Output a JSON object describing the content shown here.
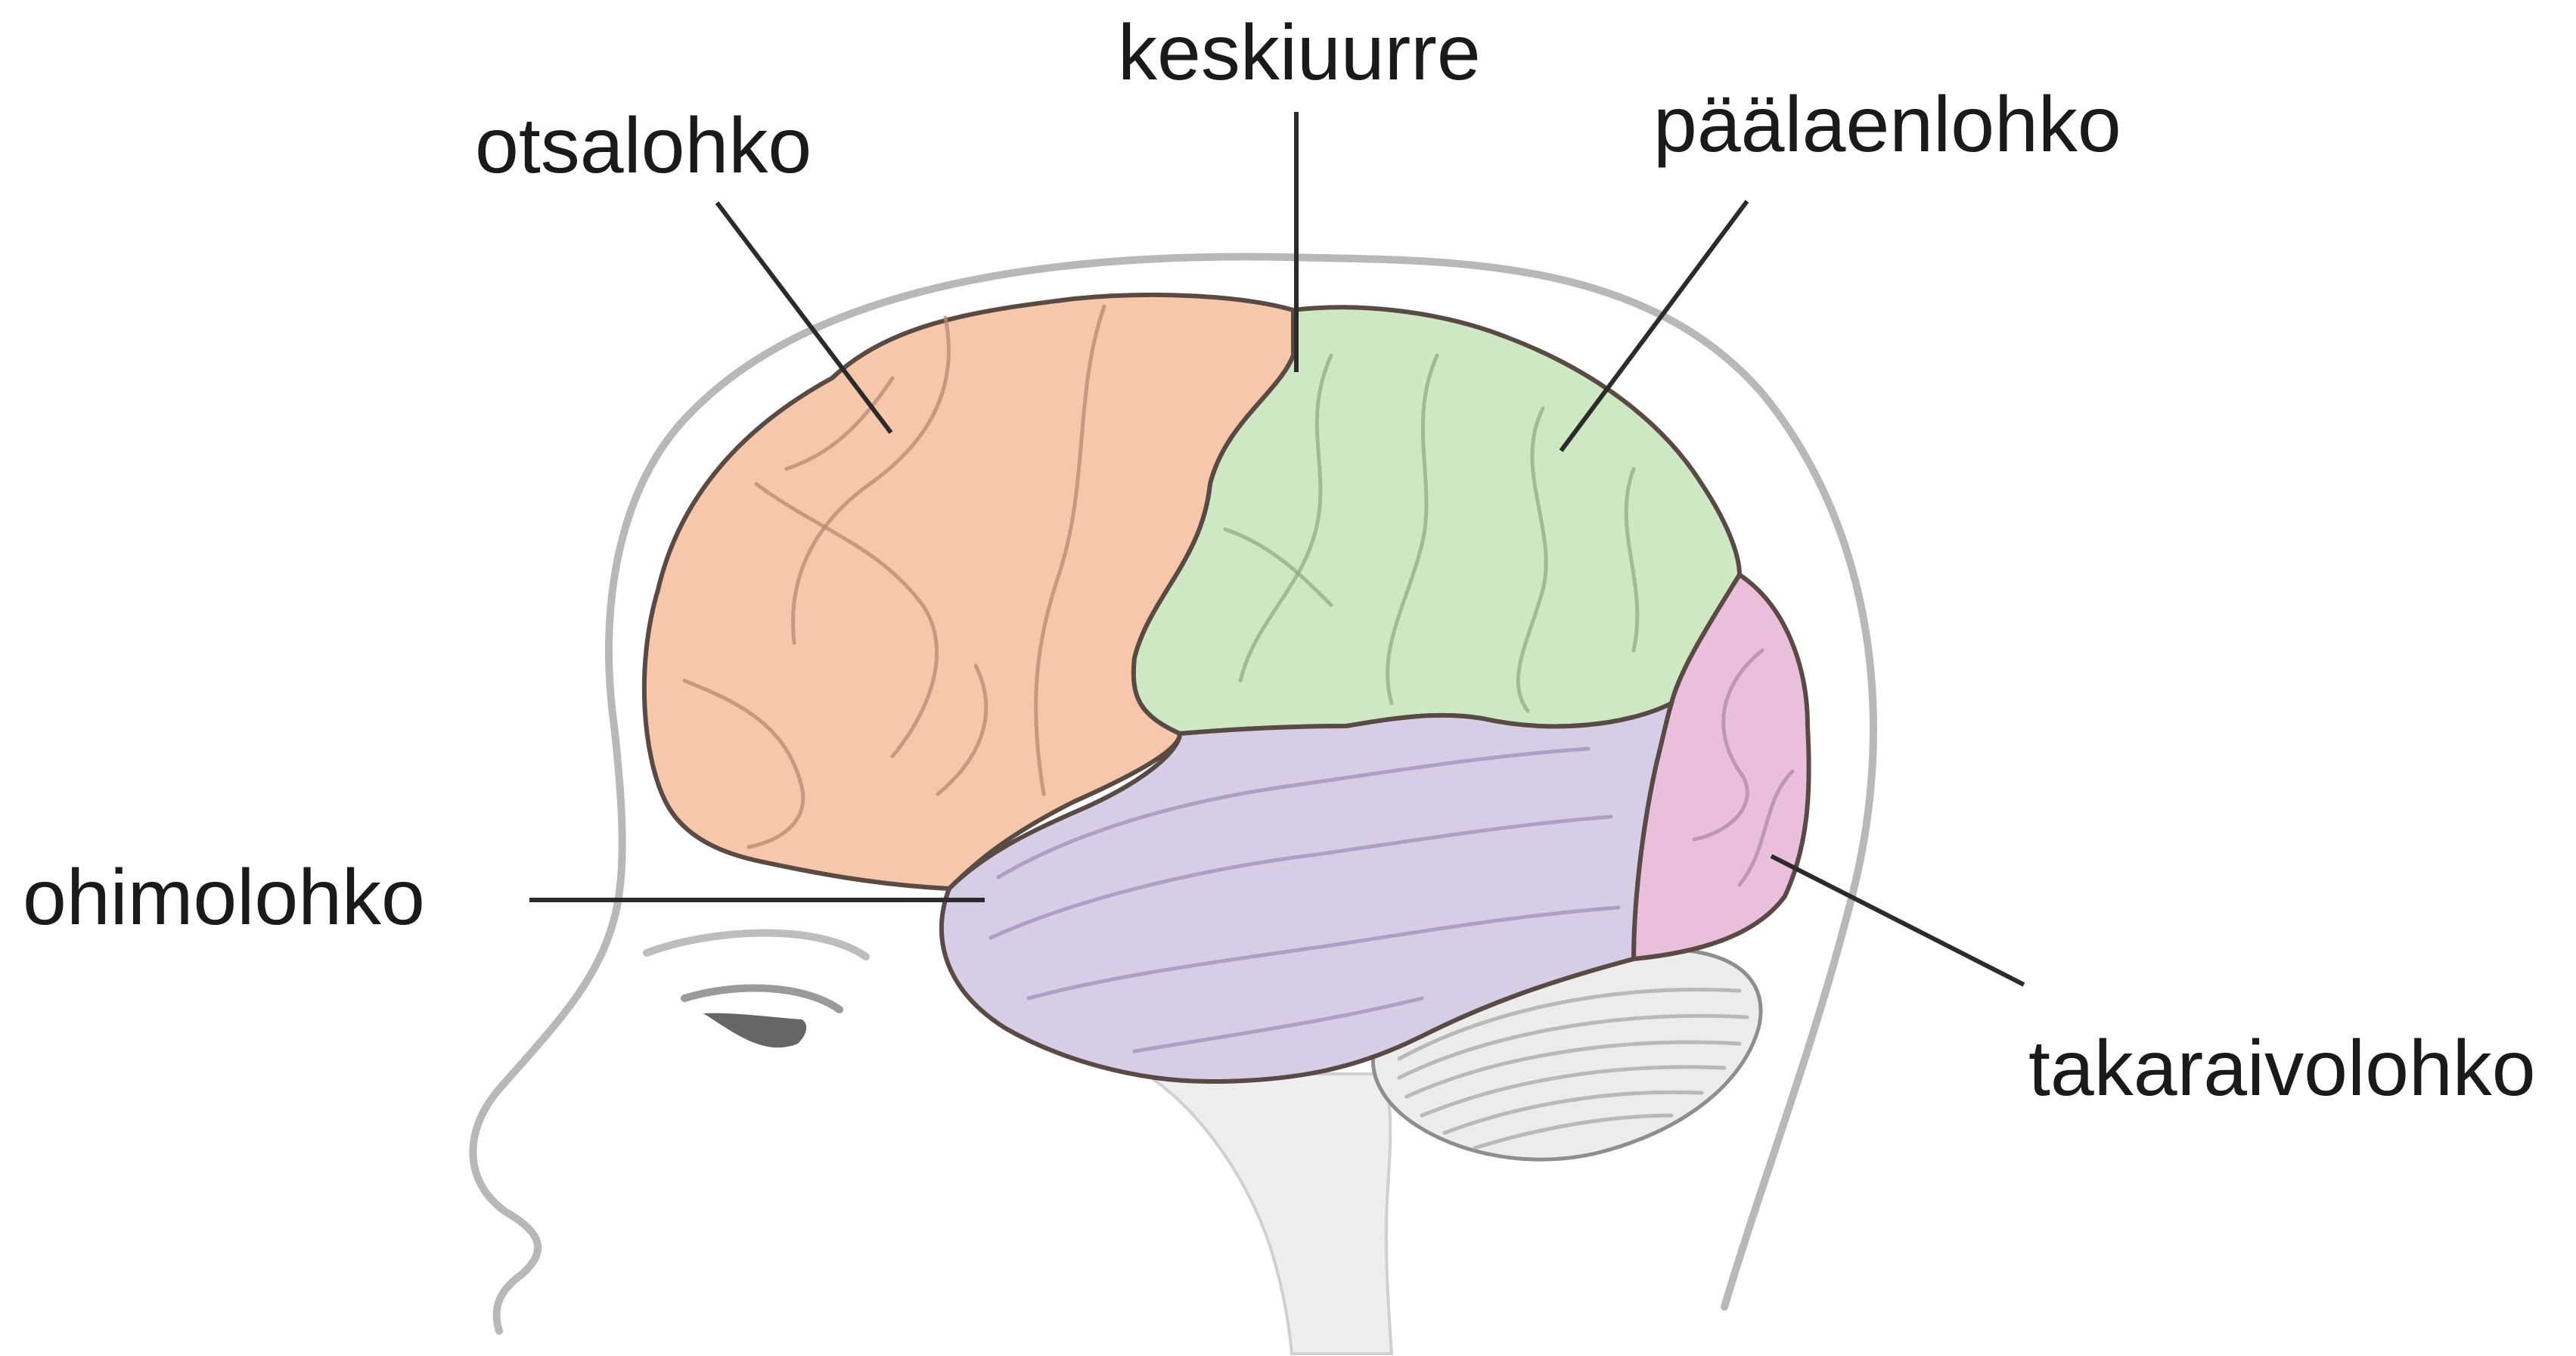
{
  "labels": {
    "frontal": "otsalohko",
    "central_sulcus": "keskiuurre",
    "parietal": "päälaenlohko",
    "temporal": "ohimolohko",
    "occipital": "takaraivolohko"
  },
  "colors": {
    "frontal": "#f6c7aa",
    "parietal": "#cde8c2",
    "temporal": "#d6cde6",
    "occipital": "#e9bfdc",
    "cerebellum": "#ececec",
    "brainstem": "#eeeeee",
    "head_outline": "#b8b8b8",
    "brain_outline": "#5a4a44",
    "leader_line": "#2b2b2b",
    "text": "#1a1a1a"
  },
  "icons": {
    "head": "head-silhouette-outline",
    "brain": "brain-lateral-view"
  }
}
